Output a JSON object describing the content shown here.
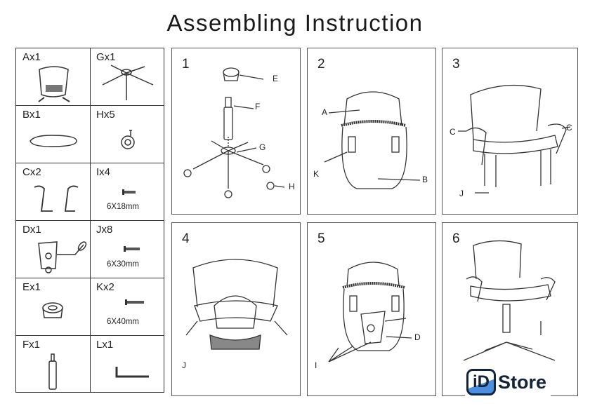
{
  "title": "Assembling Instruction",
  "parts": [
    {
      "label": "Ax1"
    },
    {
      "label": "Gx1"
    },
    {
      "label": "Bx1"
    },
    {
      "label": "Hx5"
    },
    {
      "label": "Cx2"
    },
    {
      "label": "Ix4",
      "size": "6X18mm"
    },
    {
      "label": "Dx1"
    },
    {
      "label": "Jx8",
      "size": "6X30mm"
    },
    {
      "label": "Ex1"
    },
    {
      "label": "Kx2",
      "size": "6X40mm"
    },
    {
      "label": "Fx1"
    },
    {
      "label": "Lx1"
    }
  ],
  "steps": [
    {
      "number": "1",
      "tags": [
        "E",
        "F",
        "G",
        "H"
      ]
    },
    {
      "number": "2",
      "tags": [
        "A",
        "K",
        "B"
      ]
    },
    {
      "number": "3",
      "tags": [
        "C",
        "C",
        "J"
      ]
    },
    {
      "number": "4",
      "tags": [
        "J"
      ]
    },
    {
      "number": "5",
      "tags": [
        "D",
        "I"
      ]
    },
    {
      "number": "6",
      "tags": []
    }
  ],
  "logo": {
    "icon_text": "iD",
    "text": "Store",
    "colors": {
      "dark": "#13243a",
      "accent": "#4b8fe0"
    }
  }
}
